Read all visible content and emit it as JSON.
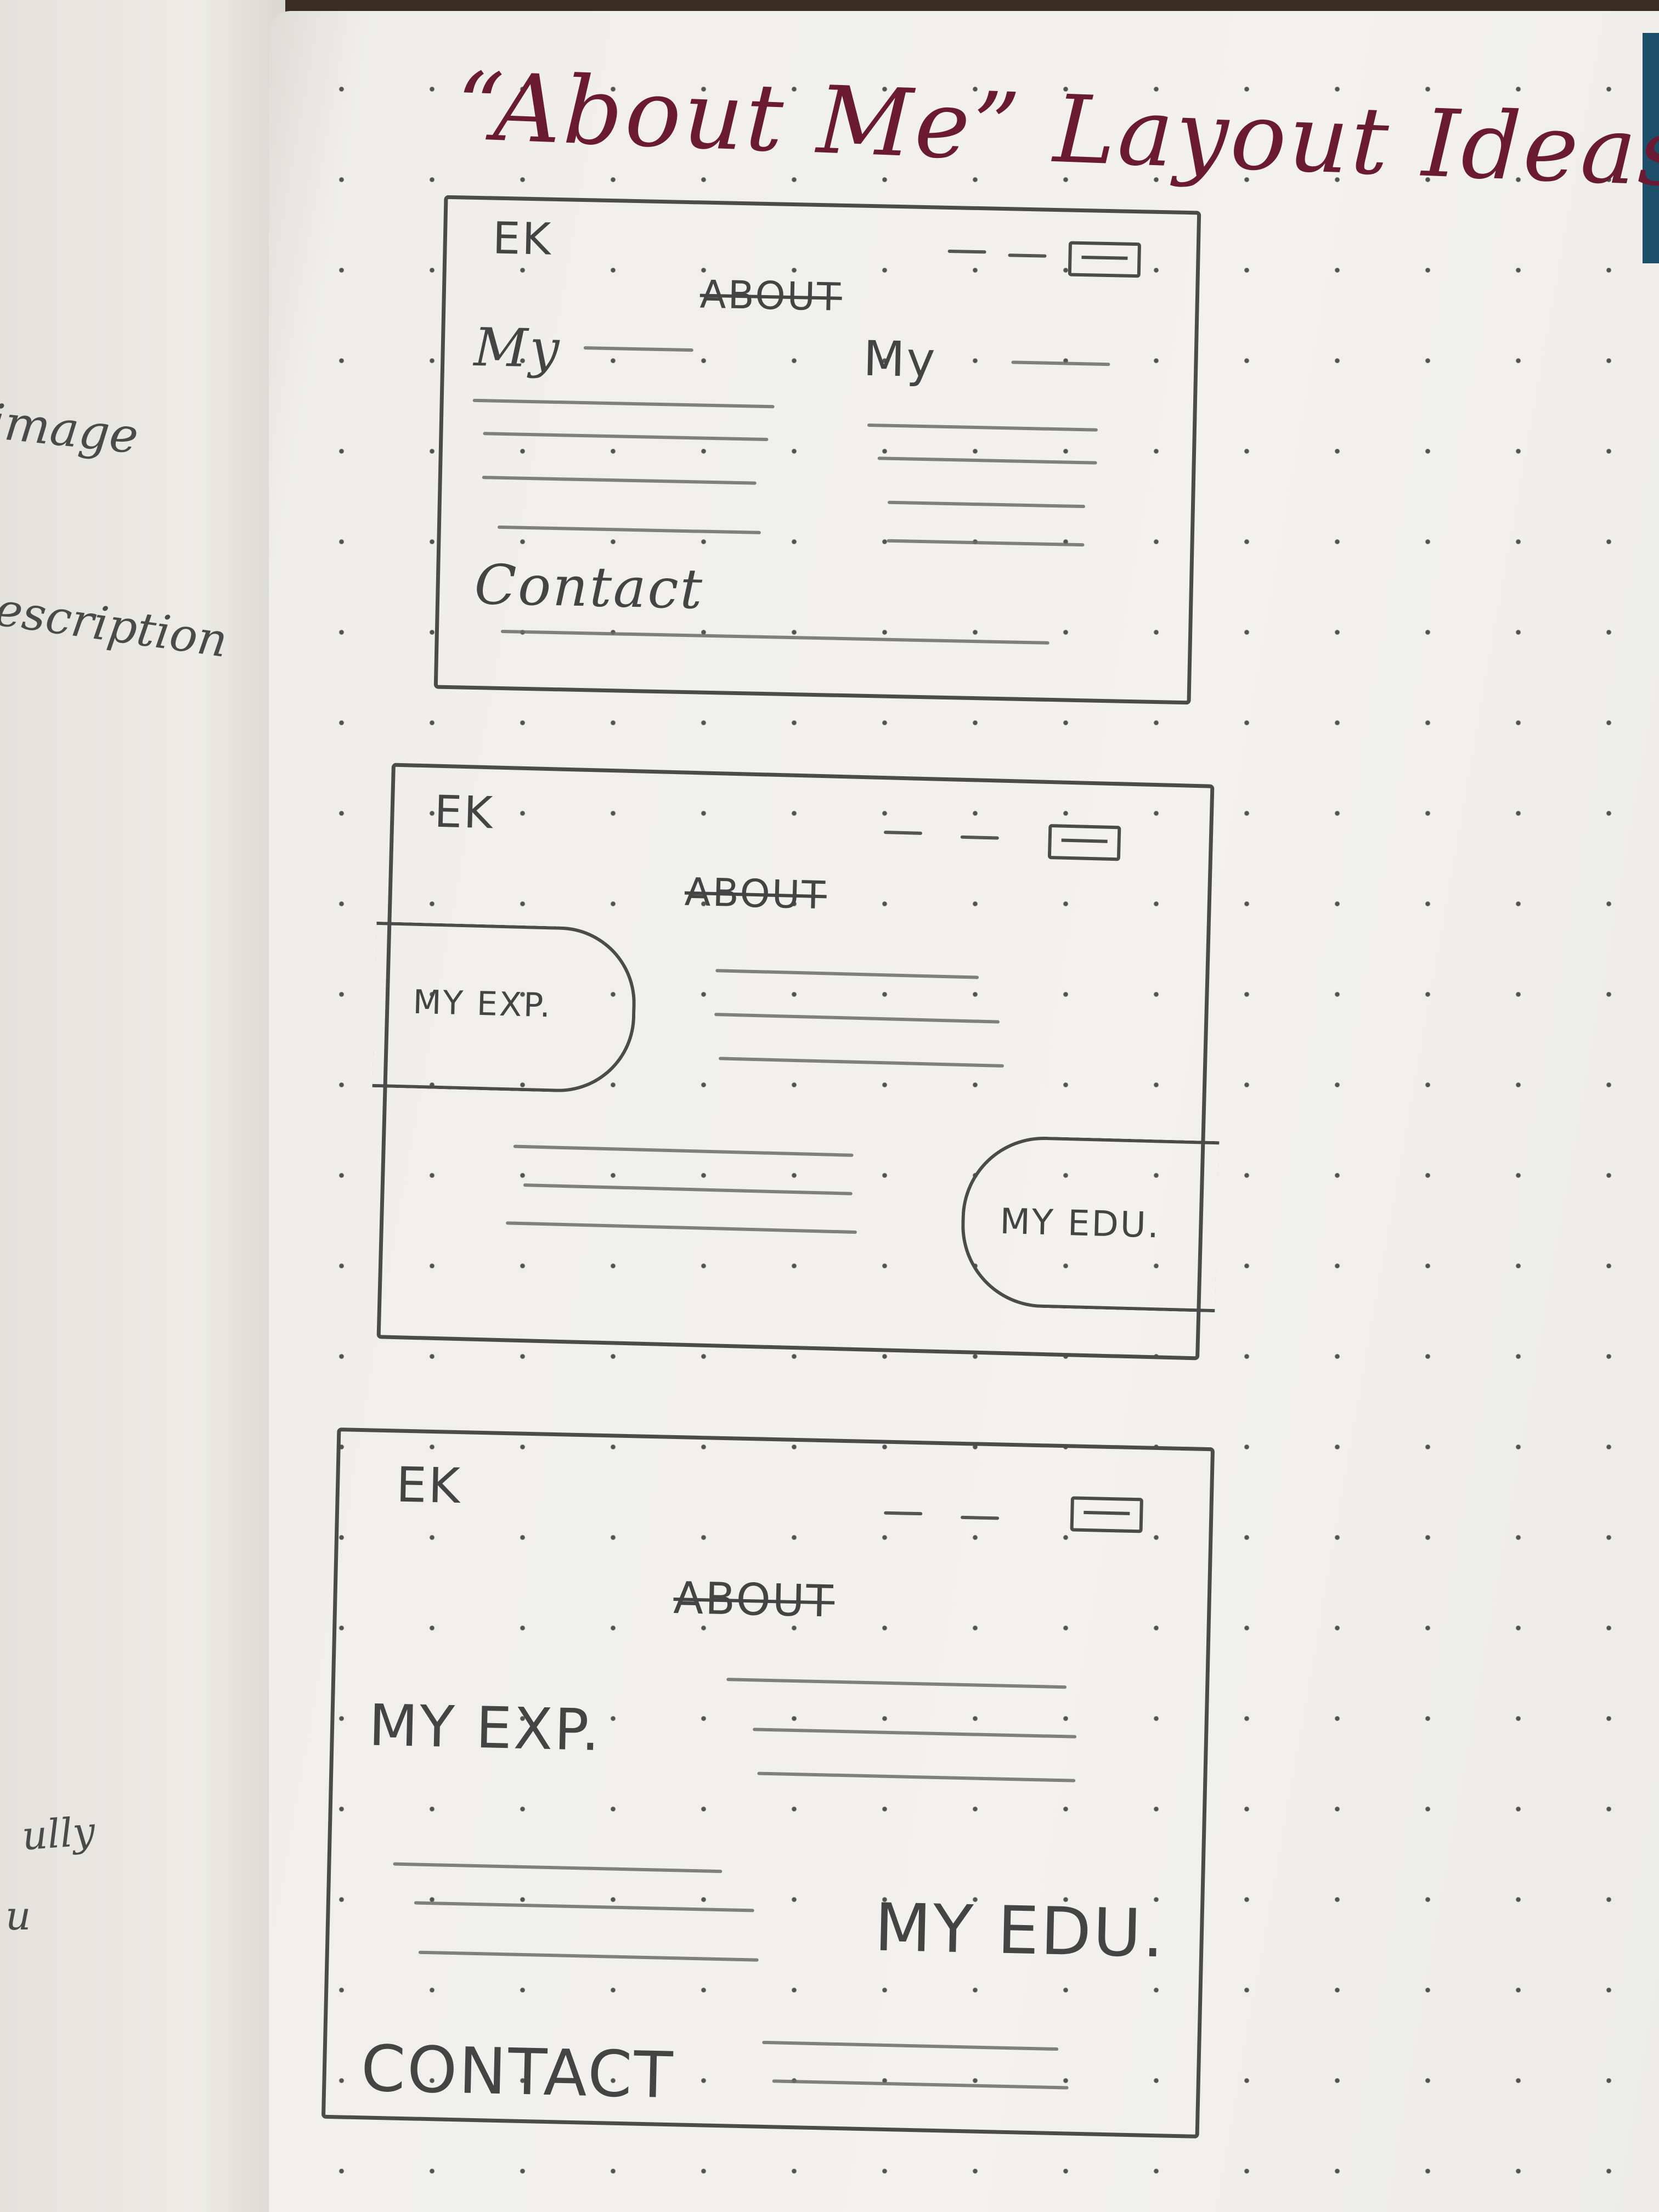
{
  "title": "“About Me” Layout Ideas",
  "margin_notes": [
    "image",
    "escription",
    "ully",
    "u"
  ],
  "sketches": [
    {
      "logo": "EK",
      "nav_heading": "ABOUT",
      "left_heading": "My",
      "right_heading": "My",
      "footer": "Contact",
      "menu_icon": "menu-icon"
    },
    {
      "logo": "EK",
      "nav_heading": "ABOUT",
      "bubble_left": "MY EXP.",
      "bubble_right": "MY EDU.",
      "menu_icon": "menu-icon"
    },
    {
      "logo": "EK",
      "nav_heading": "ABOUT",
      "left_heading": "MY EXP.",
      "right_heading": "MY EDU.",
      "footer": "CONTACT",
      "menu_icon": "menu-icon"
    }
  ],
  "colors": {
    "ink_title": "#6a1b33",
    "pencil": "#4b4b4b",
    "paper": "#f0efeb"
  }
}
